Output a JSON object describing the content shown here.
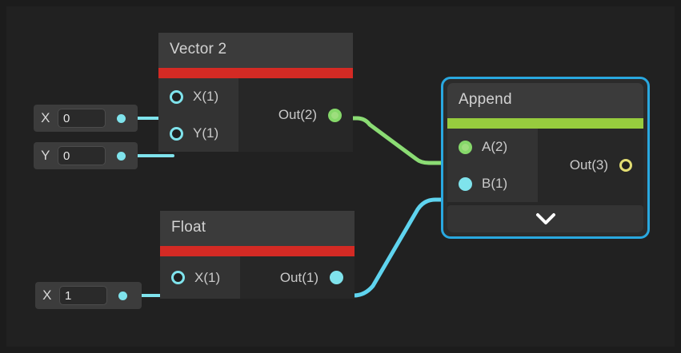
{
  "editor": {
    "name": "node-graph-editor",
    "background_color": "#212121"
  },
  "colors": {
    "accent_red": "#d42a24",
    "accent_green": "#97cc3e",
    "wire_green": "#8bdc74",
    "wire_cyan": "#5fd4ef",
    "selection_blue": "#29a8e0",
    "port_yellow": "#e2dd72",
    "node_body": "#272727",
    "node_title": "#3b3b3b"
  },
  "value_fields": [
    {
      "label": "X",
      "value": "0",
      "placeholder": "0"
    },
    {
      "label": "Y",
      "value": "0",
      "placeholder": "0"
    },
    {
      "label": "X",
      "value": "1",
      "placeholder": "0"
    }
  ],
  "nodes": [
    {
      "title": "Vector 2",
      "accent": "#d42a24",
      "inputs": [
        {
          "label": "X(1)",
          "port_color": "cyan",
          "connected": false
        },
        {
          "label": "Y(1)",
          "port_color": "cyan",
          "connected": false
        }
      ],
      "outputs": [
        {
          "label": "Out(2)",
          "port_color": "green",
          "connected": true
        }
      ]
    },
    {
      "title": "Float",
      "accent": "#d42a24",
      "inputs": [
        {
          "label": "X(1)",
          "port_color": "cyan",
          "connected": false
        }
      ],
      "outputs": [
        {
          "label": "Out(1)",
          "port_color": "cyan",
          "connected": true
        }
      ]
    },
    {
      "title": "Append",
      "accent": "#97cc3e",
      "selected": true,
      "inputs": [
        {
          "label": "A(2)",
          "port_color": "green",
          "connected": true
        },
        {
          "label": "B(1)",
          "port_color": "cyan",
          "connected": true
        }
      ],
      "outputs": [
        {
          "label": "Out(3)",
          "port_color": "yellow",
          "connected": false
        }
      ],
      "footer_icon": "chevron-down-icon"
    }
  ],
  "connections": [
    {
      "from": "Vector 2.Out(2)",
      "to": "Append.A(2)",
      "color": "#8bdc74"
    },
    {
      "from": "Float.Out(1)",
      "to": "Append.B(1)",
      "color": "#5fd4ef"
    },
    {
      "from": "field.X(0)",
      "to": "Vector 2.X(1)",
      "color": "#7fe3ec"
    },
    {
      "from": "field.Y(0)",
      "to": "Vector 2.Y(1)",
      "color": "#7fe3ec"
    },
    {
      "from": "field.X(1)",
      "to": "Float.X(1)",
      "color": "#7fe3ec"
    }
  ]
}
